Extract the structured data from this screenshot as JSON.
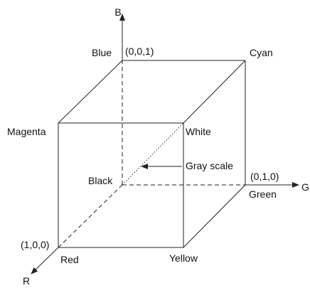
{
  "axes": {
    "blue_axis": "B",
    "green_axis": "G",
    "red_axis": "R"
  },
  "vertices": {
    "blue": "Blue",
    "blue_coord": "(0,0,1)",
    "cyan": "Cyan",
    "magenta": "Magenta",
    "white": "White",
    "black": "Black",
    "green": "Green",
    "green_coord": "(0,1,0)",
    "red": "Red",
    "red_coord": "(1,0,0)",
    "yellow": "Yellow"
  },
  "annotations": {
    "gray_scale": "Gray scale"
  }
}
